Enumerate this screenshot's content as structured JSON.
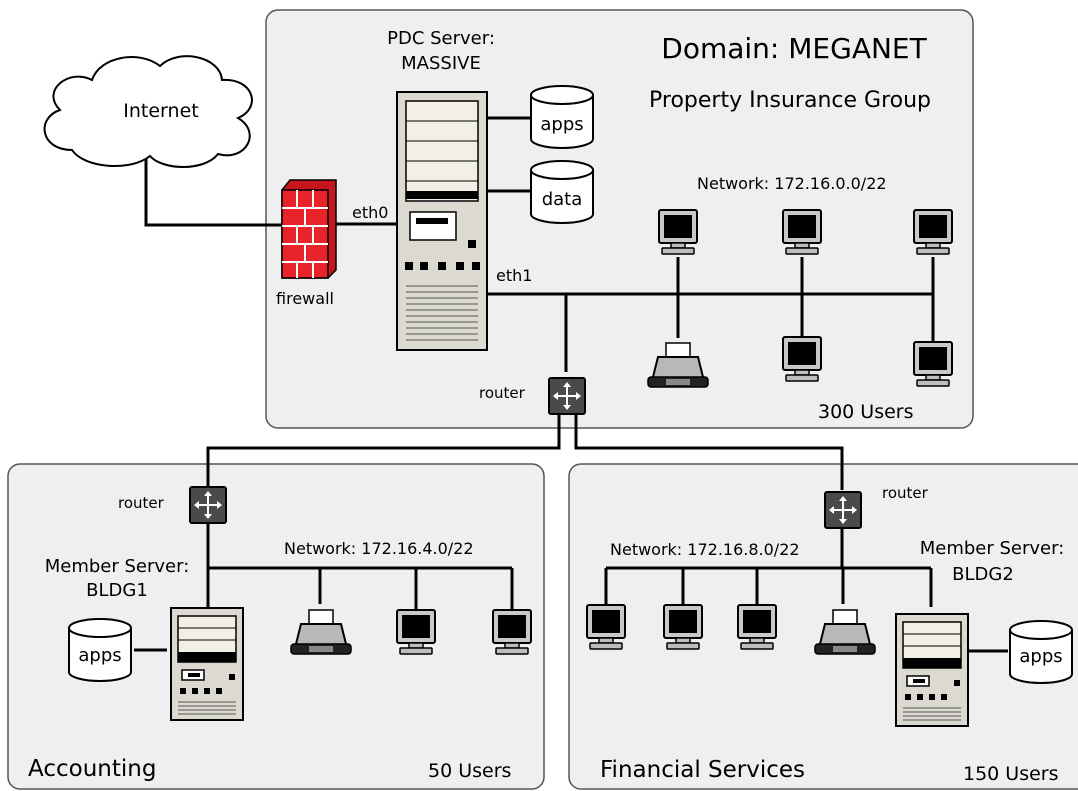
{
  "cloud": {
    "label": "Internet"
  },
  "firewall": {
    "label": "firewall"
  },
  "main": {
    "domain": "Domain: MEGANET",
    "group": "Property Insurance Group",
    "pdc_line1": "PDC Server:",
    "pdc_line2": "MASSIVE",
    "db_apps": "apps",
    "db_data": "data",
    "eth0": "eth0",
    "eth1": "eth1",
    "network": "Network: 172.16.0.0/22",
    "router": "router",
    "users": "300 Users"
  },
  "accounting": {
    "name": "Accounting",
    "router": "router",
    "network": "Network: 172.16.4.0/22",
    "server_line1": "Member Server:",
    "server_line2": "BLDG1",
    "db_apps": "apps",
    "users": "50 Users"
  },
  "financial": {
    "name": "Financial Services",
    "router": "router",
    "network": "Network: 172.16.8.0/22",
    "server_line1": "Member Server:",
    "server_line2": "BLDG2",
    "db_apps": "apps",
    "users": "150 Users"
  },
  "colors": {
    "panel_fill": "#efefef",
    "panel_stroke": "#555555",
    "firewall_red": "#e8232a",
    "device_fill": "#dcdad0",
    "screen_fill": "#000000"
  }
}
